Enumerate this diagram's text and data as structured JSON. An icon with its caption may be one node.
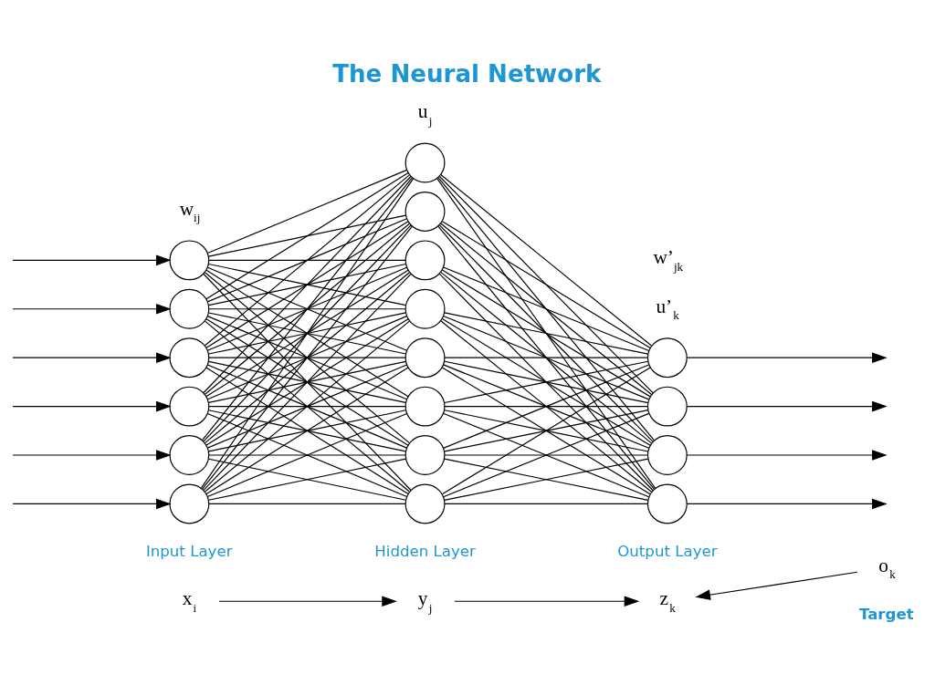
{
  "diagram": {
    "title": "The Neural Network",
    "nodes": [
      {
        "text": [],
        "shape": "circle"
      },
      {
        "text": [],
        "shape": "circle"
      },
      {
        "text": [],
        "shape": "circle"
      },
      {
        "text": [],
        "shape": "circle"
      },
      {
        "text": [],
        "shape": "circle"
      },
      {
        "text": [],
        "shape": "circle"
      },
      {
        "text": [],
        "shape": "circle"
      },
      {
        "text": [],
        "shape": "circle"
      },
      {
        "text": [],
        "shape": "circle"
      },
      {
        "text": [],
        "shape": "circle"
      },
      {
        "text": [],
        "shape": "circle"
      },
      {
        "text": [],
        "shape": "circle"
      },
      {
        "text": [],
        "shape": "circle"
      },
      {
        "text": [],
        "shape": "circle"
      },
      {
        "text": [],
        "shape": "circle"
      },
      {
        "text": [],
        "shape": "circle"
      },
      {
        "text": [],
        "shape": "circle"
      },
      {
        "text": [],
        "shape": "circle"
      },
      {
        "text": [
          "x$_{i}$"
        ]
      },
      {
        "text": [
          "y$_{j}$"
        ]
      },
      {
        "text": [
          "z$_{k}$"
        ]
      },
      {
        "text": [
          "o$_{k}$"
        ],
        "beside": [
          "Target"
        ]
      }
    ],
    "edges": [
      {
        "from": null,
        "to": 0,
        "arrow": "to"
      },
      {
        "from": null,
        "to": 1,
        "arrow": "to"
      },
      {
        "from": null,
        "to": 2,
        "arrow": "to"
      },
      {
        "from": null,
        "to": 3,
        "arrow": "to"
      },
      {
        "from": null,
        "to": 4,
        "arrow": "to"
      },
      {
        "from": null,
        "to": 5,
        "arrow": "to"
      },
      {
        "from": 0,
        "to": 6,
        "arrow": "none"
      },
      {
        "from": 0,
        "to": 7,
        "arrow": "none"
      },
      {
        "from": 0,
        "to": 8,
        "arrow": "none"
      },
      {
        "from": 0,
        "to": 9,
        "arrow": "none"
      },
      {
        "from": 0,
        "to": 10,
        "arrow": "none"
      },
      {
        "from": 0,
        "to": 11,
        "arrow": "none"
      },
      {
        "from": 0,
        "to": 12,
        "arrow": "none"
      },
      {
        "from": 0,
        "to": 13,
        "arrow": "none"
      },
      {
        "from": 1,
        "to": 6,
        "arrow": "none"
      },
      {
        "from": 1,
        "to": 7,
        "arrow": "none"
      },
      {
        "from": 1,
        "to": 8,
        "arrow": "none"
      },
      {
        "from": 1,
        "to": 9,
        "arrow": "none"
      },
      {
        "from": 1,
        "to": 10,
        "arrow": "none"
      },
      {
        "from": 1,
        "to": 11,
        "arrow": "none"
      },
      {
        "from": 1,
        "to": 12,
        "arrow": "none"
      },
      {
        "from": 1,
        "to": 13,
        "arrow": "none"
      },
      {
        "from": 2,
        "to": 6,
        "arrow": "none"
      },
      {
        "from": 2,
        "to": 7,
        "arrow": "none"
      },
      {
        "from": 2,
        "to": 8,
        "arrow": "none"
      },
      {
        "from": 2,
        "to": 9,
        "arrow": "none"
      },
      {
        "from": 2,
        "to": 10,
        "arrow": "none"
      },
      {
        "from": 2,
        "to": 11,
        "arrow": "none"
      },
      {
        "from": 2,
        "to": 12,
        "arrow": "none"
      },
      {
        "from": 2,
        "to": 13,
        "arrow": "none"
      },
      {
        "from": 3,
        "to": 6,
        "arrow": "none"
      },
      {
        "from": 3,
        "to": 7,
        "arrow": "none"
      },
      {
        "from": 3,
        "to": 8,
        "arrow": "none"
      },
      {
        "from": 3,
        "to": 9,
        "arrow": "none"
      },
      {
        "from": 3,
        "to": 10,
        "arrow": "none"
      },
      {
        "from": 3,
        "to": 11,
        "arrow": "none"
      },
      {
        "from": 3,
        "to": 12,
        "arrow": "none"
      },
      {
        "from": 3,
        "to": 13,
        "arrow": "none"
      },
      {
        "from": 4,
        "to": 6,
        "arrow": "none"
      },
      {
        "from": 4,
        "to": 7,
        "arrow": "none"
      },
      {
        "from": 4,
        "to": 8,
        "arrow": "none"
      },
      {
        "from": 4,
        "to": 9,
        "arrow": "none"
      },
      {
        "from": 4,
        "to": 10,
        "arrow": "none"
      },
      {
        "from": 4,
        "to": 11,
        "arrow": "none"
      },
      {
        "from": 4,
        "to": 12,
        "arrow": "none"
      },
      {
        "from": 4,
        "to": 13,
        "arrow": "none"
      },
      {
        "from": 5,
        "to": 6,
        "arrow": "none"
      },
      {
        "from": 5,
        "to": 7,
        "arrow": "none"
      },
      {
        "from": 5,
        "to": 8,
        "arrow": "none"
      },
      {
        "from": 5,
        "to": 9,
        "arrow": "none"
      },
      {
        "from": 5,
        "to": 10,
        "arrow": "none"
      },
      {
        "from": 5,
        "to": 11,
        "arrow": "none"
      },
      {
        "from": 5,
        "to": 12,
        "arrow": "none"
      },
      {
        "from": 5,
        "to": 13,
        "arrow": "none"
      },
      {
        "from": 6,
        "to": 14,
        "arrow": "none"
      },
      {
        "from": 6,
        "to": 15,
        "arrow": "none"
      },
      {
        "from": 6,
        "to": 16,
        "arrow": "none"
      },
      {
        "from": 6,
        "to": 17,
        "arrow": "none"
      },
      {
        "from": 7,
        "to": 14,
        "arrow": "none"
      },
      {
        "from": 7,
        "to": 15,
        "arrow": "none"
      },
      {
        "from": 7,
        "to": 16,
        "arrow": "none"
      },
      {
        "from": 7,
        "to": 17,
        "arrow": "none"
      },
      {
        "from": 8,
        "to": 14,
        "arrow": "none"
      },
      {
        "from": 8,
        "to": 15,
        "arrow": "none"
      },
      {
        "from": 8,
        "to": 16,
        "arrow": "none"
      },
      {
        "from": 8,
        "to": 17,
        "arrow": "none"
      },
      {
        "from": 9,
        "to": 14,
        "arrow": "none"
      },
      {
        "from": 9,
        "to": 15,
        "arrow": "none"
      },
      {
        "from": 9,
        "to": 16,
        "arrow": "none"
      },
      {
        "from": 9,
        "to": 17,
        "arrow": "none"
      },
      {
        "from": 10,
        "to": 14,
        "arrow": "none"
      },
      {
        "from": 10,
        "to": 15,
        "arrow": "none"
      },
      {
        "from": 10,
        "to": 16,
        "arrow": "none"
      },
      {
        "from": 10,
        "to": 17,
        "arrow": "none"
      },
      {
        "from": 11,
        "to": 14,
        "arrow": "none"
      },
      {
        "from": 11,
        "to": 15,
        "arrow": "none"
      },
      {
        "from": 11,
        "to": 16,
        "arrow": "none"
      },
      {
        "from": 11,
        "to": 17,
        "arrow": "none"
      },
      {
        "from": 12,
        "to": 14,
        "arrow": "none"
      },
      {
        "from": 12,
        "to": 15,
        "arrow": "none"
      },
      {
        "from": 12,
        "to": 16,
        "arrow": "none"
      },
      {
        "from": 12,
        "to": 17,
        "arrow": "none"
      },
      {
        "from": 13,
        "to": 14,
        "arrow": "none"
      },
      {
        "from": 13,
        "to": 15,
        "arrow": "none"
      },
      {
        "from": 13,
        "to": 16,
        "arrow": "none"
      },
      {
        "from": 13,
        "to": 17,
        "arrow": "none"
      },
      {
        "from": 14,
        "to": null,
        "arrow": "to"
      },
      {
        "from": 15,
        "to": null,
        "arrow": "to"
      },
      {
        "from": 16,
        "to": null,
        "arrow": "to"
      },
      {
        "from": 17,
        "to": null,
        "arrow": "to"
      },
      {
        "from": 18,
        "to": 19,
        "arrow": "to"
      },
      {
        "from": 19,
        "to": 20,
        "arrow": "to"
      },
      {
        "from": 21,
        "to": 20,
        "arrow": "to"
      }
    ],
    "labels": [
      "u$_{j}$",
      "w$_{ij}$",
      "w’$_{jk}$",
      "u’$_{k}$",
      "Output Layer",
      "Input Layer",
      "Hidden Layer"
    ]
  }
}
